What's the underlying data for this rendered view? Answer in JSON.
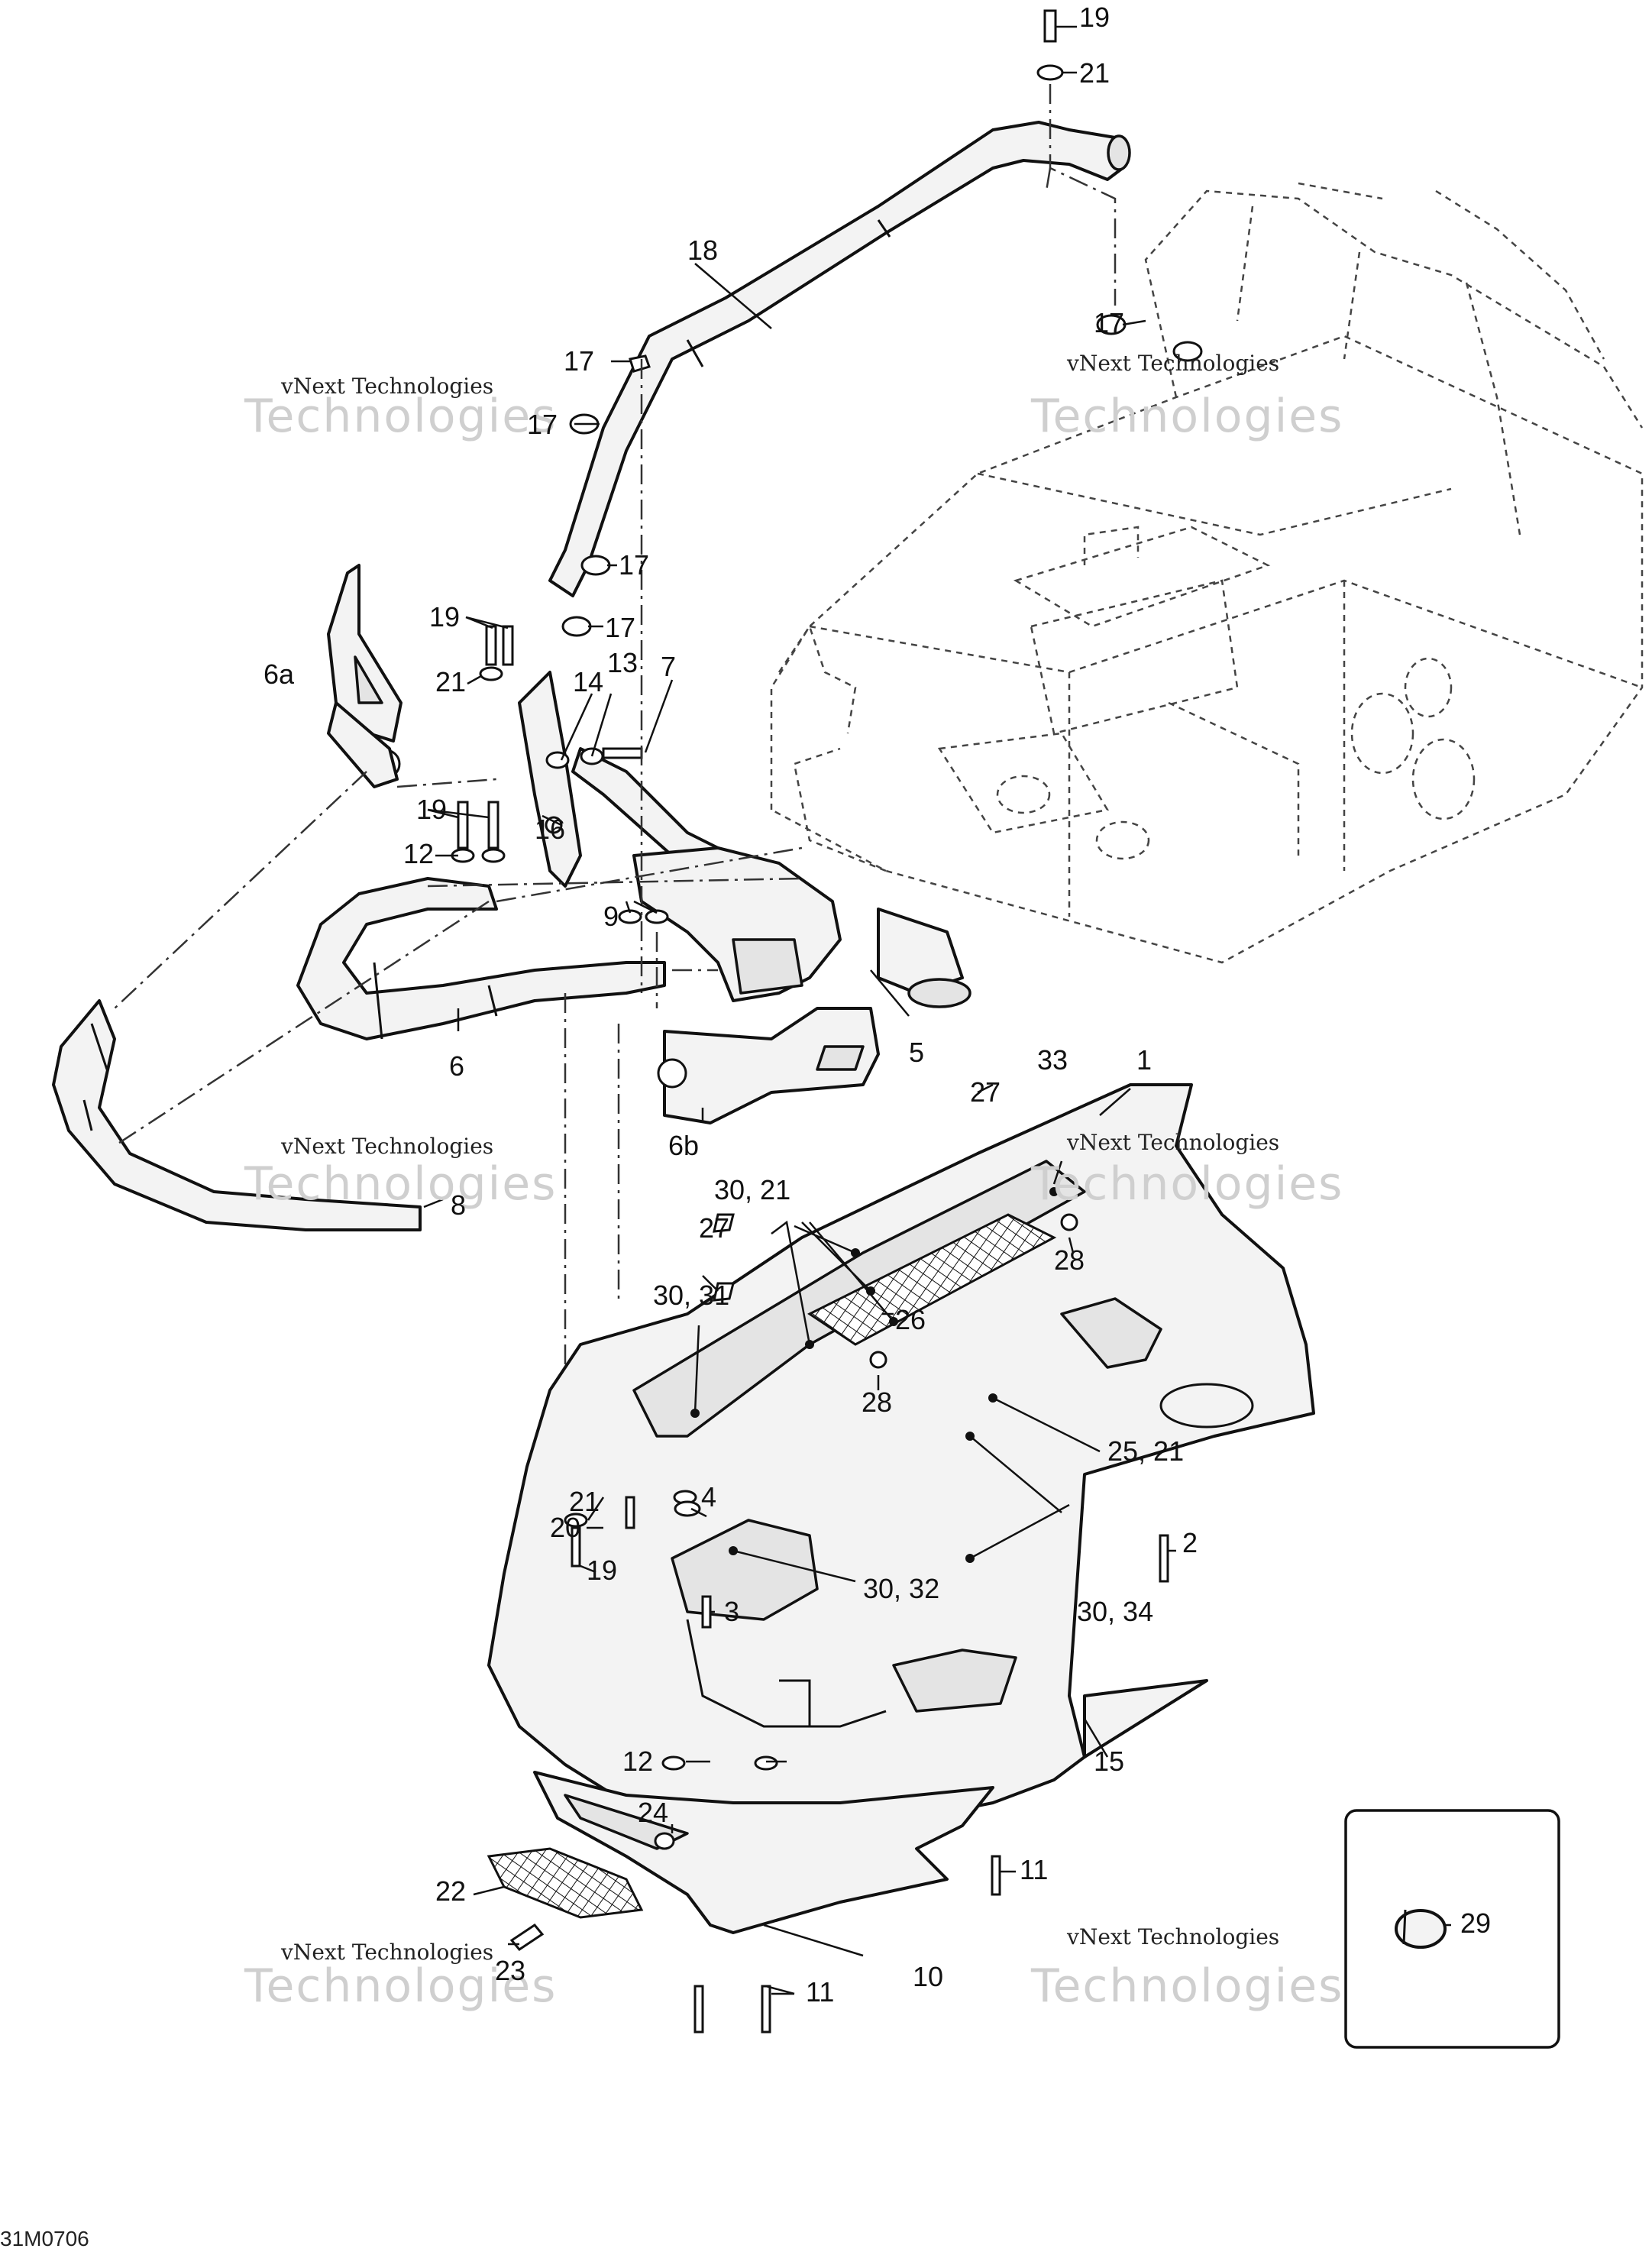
{
  "diagram_code": "31M0706",
  "watermark": {
    "line1": "vNext Technologies",
    "line2": "Technologies"
  },
  "callouts": {
    "c1": "1",
    "c2": "2",
    "c3": "3",
    "c4": "4",
    "c5": "5",
    "c6": "6",
    "c6a": "6a",
    "c6b": "6b",
    "c7": "7",
    "c8": "8",
    "c9": "9",
    "c10": "10",
    "c11a": "11",
    "c11b": "11",
    "c12a": "12",
    "c12b": "12",
    "c13": "13",
    "c14": "14",
    "c15": "15",
    "c16": "16",
    "c17a": "17",
    "c17b": "17",
    "c17c": "17",
    "c17d": "17",
    "c17e": "17",
    "c18": "18",
    "c19a": "19",
    "c19b": "19",
    "c19c": "19",
    "c19d": "19",
    "c20": "20",
    "c21a": "21",
    "c21b": "21",
    "c21c": "21",
    "c22": "22",
    "c23": "23",
    "c24": "24",
    "c25_21": "25, 21",
    "c26": "26",
    "c27a": "27",
    "c27b": "27",
    "c28a": "28",
    "c28b": "28",
    "c29": "29",
    "c30_21": "30, 21",
    "c30_31": "30, 31",
    "c30_32": "30, 32",
    "c30_34": "30, 34",
    "c33": "33"
  },
  "icons": [
    "frame-drawing",
    "bumper-drawing",
    "belly-pan-drawing",
    "plug-cap-drawing"
  ]
}
